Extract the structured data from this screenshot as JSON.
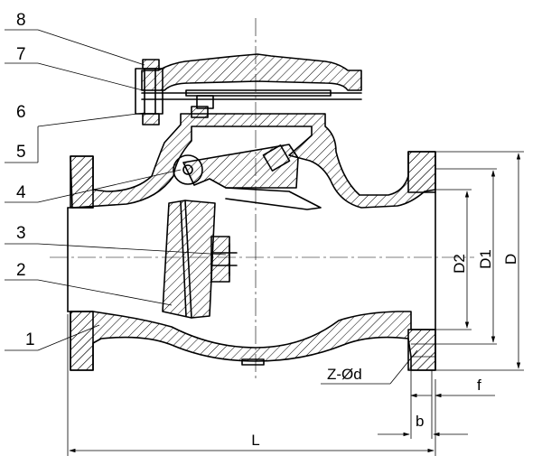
{
  "parts": [
    "1",
    "2",
    "3",
    "4",
    "5",
    "6",
    "7",
    "8"
  ],
  "dimensions": {
    "length": "L",
    "bolt_holes": "Z-Ød",
    "bore": "D2",
    "bolt_circle": "D1",
    "flange_dia": "D",
    "flange_thickness": "b",
    "raised_face": "f"
  }
}
